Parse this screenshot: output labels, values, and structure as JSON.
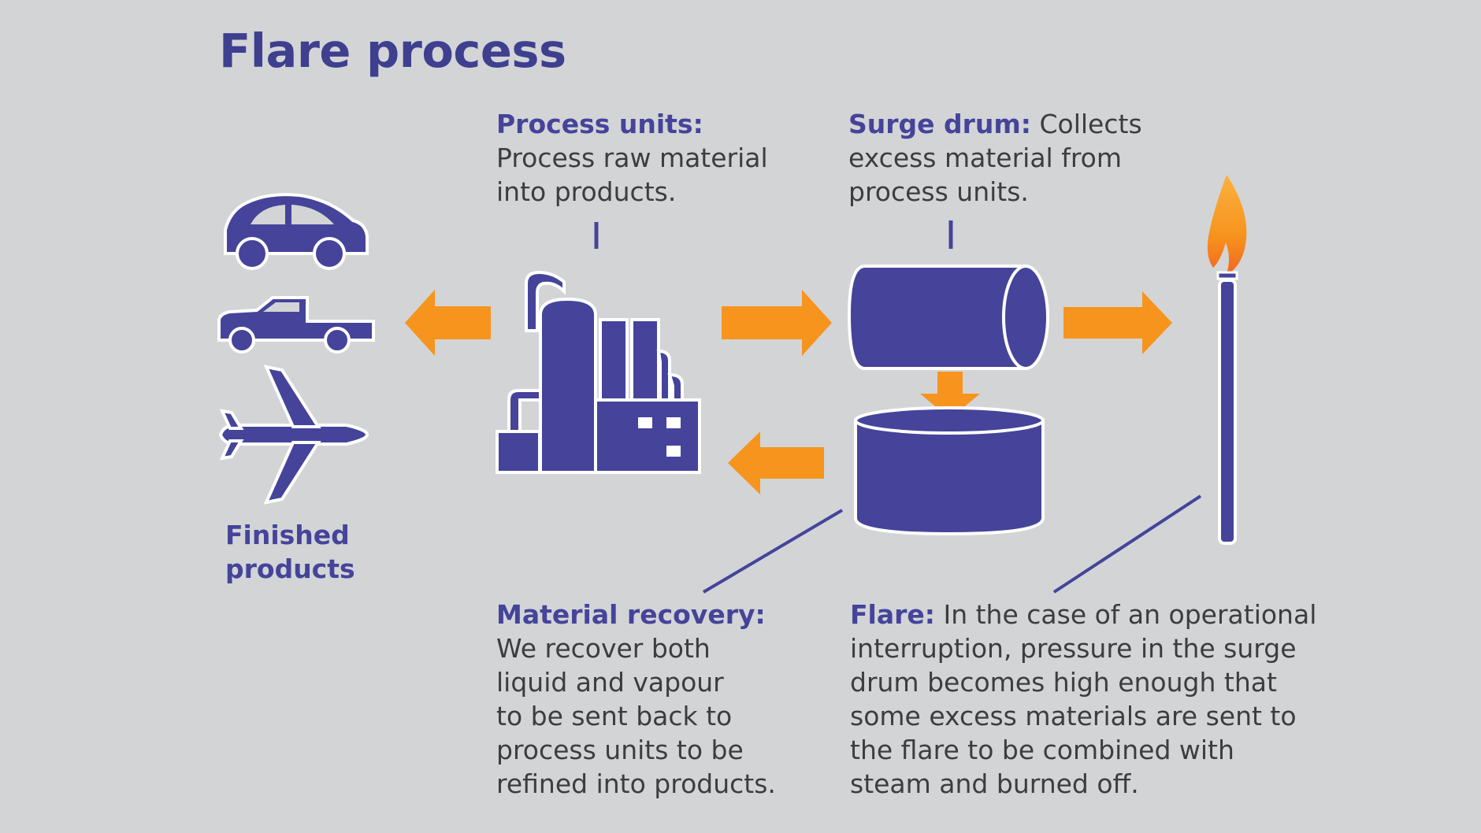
{
  "title": "Flare process",
  "colors": {
    "background": "#d3d4d6",
    "primary": "#45449a",
    "arrow": "#f7941d",
    "outline": "#ffffff",
    "flame": "#f7941d"
  },
  "nodes": {
    "finished_products": {
      "label": "Finished products",
      "line1": "Finished",
      "line2": "products",
      "icons": [
        "car-icon",
        "pickup-truck-icon",
        "airplane-icon"
      ]
    },
    "process_units": {
      "head": "Process units:",
      "line1": "Process raw material",
      "line2": "into products.",
      "icon": "refinery-icon"
    },
    "surge_drum": {
      "head": "Surge drum:",
      "line1_rest": " Collects",
      "line2": "excess material from",
      "line3": "process units.",
      "icon": "surge-drum-icon"
    },
    "material_recovery": {
      "head": "Material recovery:",
      "line1": "We recover both",
      "line2": "liquid and vapour",
      "line3": "to be sent back to",
      "line4": "process units to be",
      "line5": "refined into products.",
      "icon": "recovery-tank-icon"
    },
    "flare": {
      "head": "Flare:",
      "line1_rest": " In the case of an operational",
      "line2": "interruption, pressure in the surge",
      "line3": "drum becomes high enough that",
      "line4": "some excess materials are sent to",
      "line5": "the flare to be combined with",
      "line6": "steam and burned off.",
      "icon": "flare-stack-icon"
    }
  },
  "flows": [
    {
      "from": "process_units",
      "to": "finished_products",
      "icon": "arrow-left-icon"
    },
    {
      "from": "process_units",
      "to": "surge_drum",
      "icon": "arrow-right-icon"
    },
    {
      "from": "surge_drum",
      "to": "flare",
      "icon": "arrow-right-icon"
    },
    {
      "from": "surge_drum",
      "to": "material_recovery",
      "icon": "arrow-down-icon"
    },
    {
      "from": "material_recovery",
      "to": "process_units",
      "icon": "arrow-left-icon"
    }
  ]
}
